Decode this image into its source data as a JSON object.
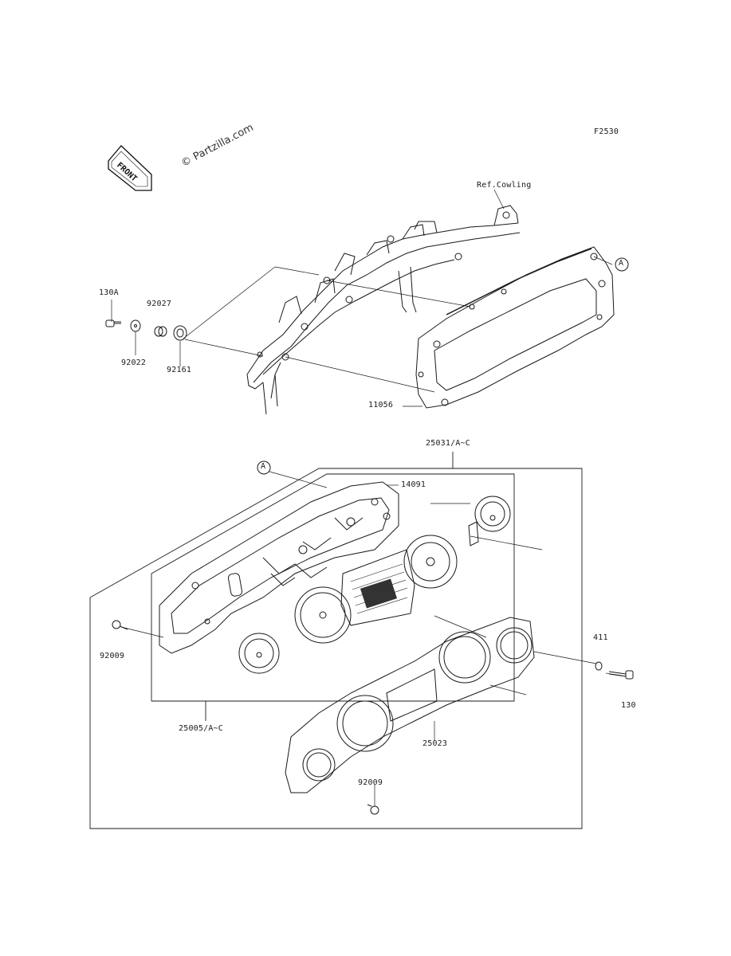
{
  "figure_code": "F2530",
  "watermark": "© Partzilla.com",
  "front_label": "FRONT",
  "ref_note": "Ref.Cowling",
  "circle_ref": "A",
  "parts": {
    "p130A": "130A",
    "p92027": "92027",
    "p92022": "92022",
    "p92161": "92161",
    "p11056": "11056",
    "p25031": "25031/A~C",
    "p14091": "14091",
    "p92009a": "92009",
    "p25005": "25005/A~C",
    "p411": "411",
    "p130": "130",
    "p25023": "25023",
    "p92009b": "92009"
  }
}
